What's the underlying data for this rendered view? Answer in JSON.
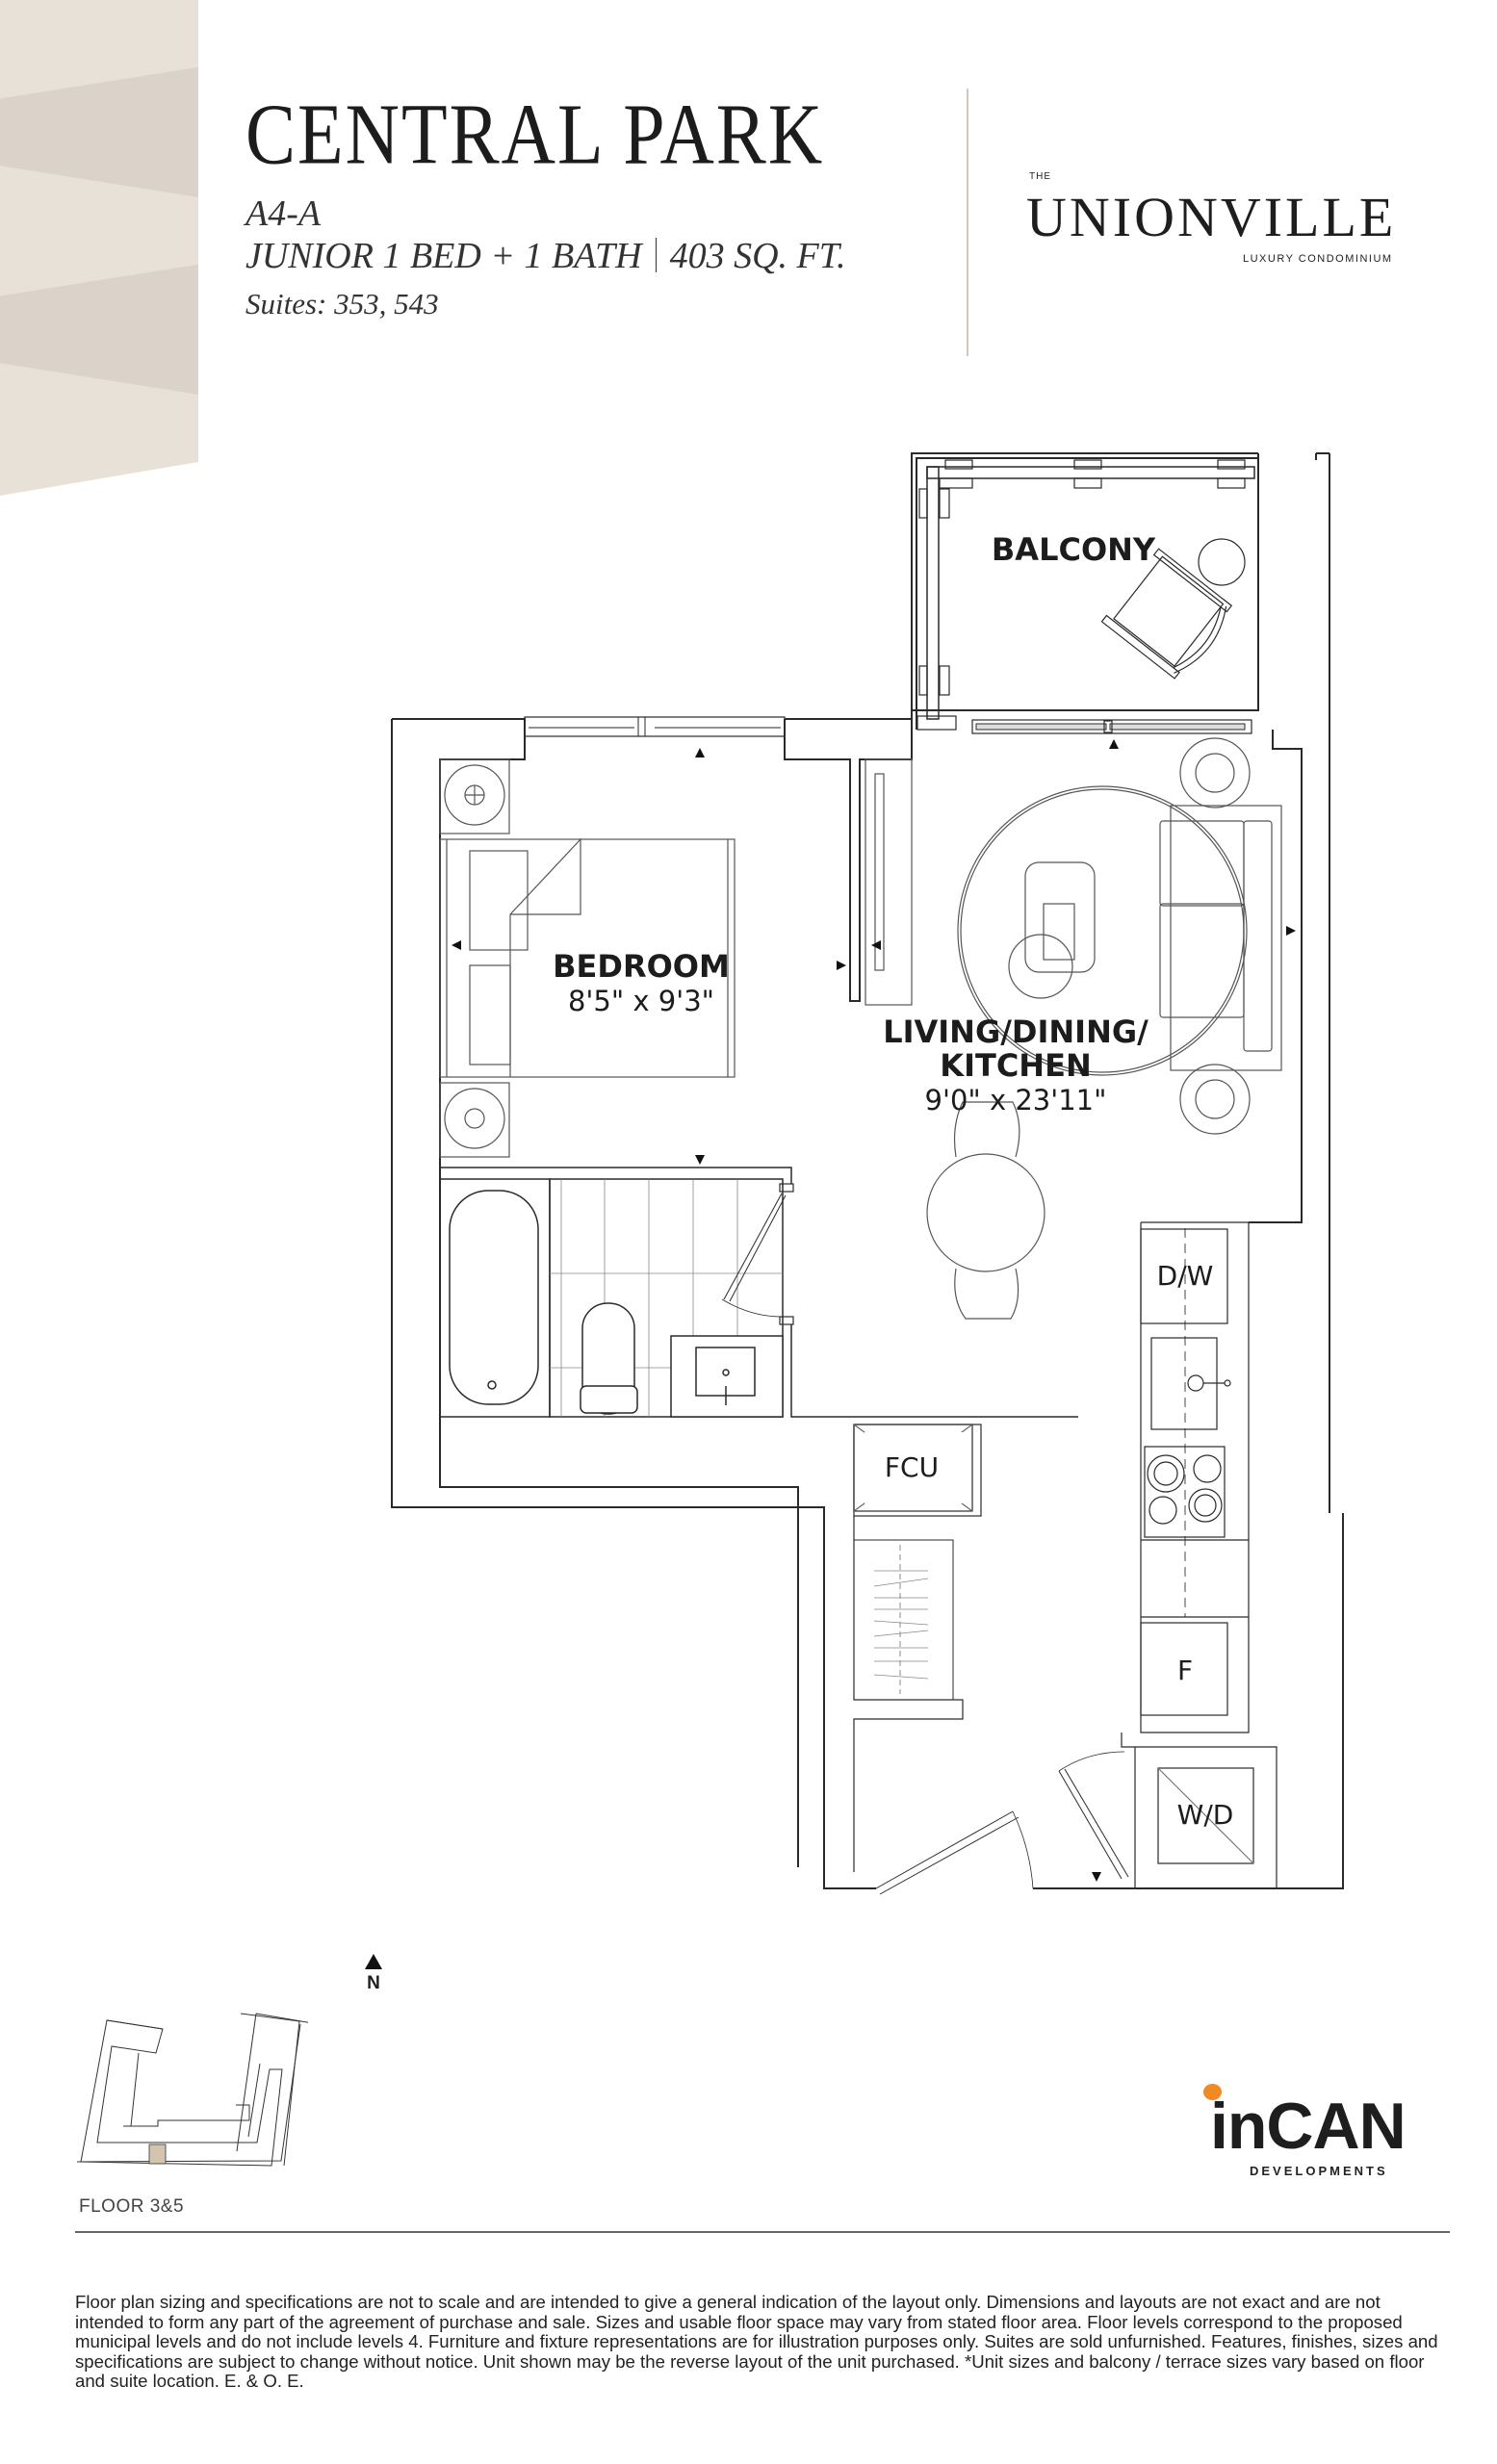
{
  "header": {
    "title": "CENTRAL PARK",
    "unit_code": "A4-A",
    "unit_type": "JUNIOR 1 BED + 1 BATH",
    "area": "403 SQ. FT.",
    "suites": "Suites: 353, 543"
  },
  "brand": {
    "the": "THE",
    "name": "UNIONVILLE",
    "tagline": "LUXURY CONDOMINIUM"
  },
  "floorplan": {
    "rooms": [
      {
        "name": "BALCONY",
        "dimensions": ""
      },
      {
        "name": "BEDROOM",
        "dimensions": "8'5\" x 9'3\""
      },
      {
        "name": "LIVING/DINING/",
        "name_line2": "KITCHEN",
        "dimensions": "9'0\" x 23'11\""
      }
    ],
    "appliances": [
      "D/W",
      "F",
      "W/D",
      "FCU"
    ]
  },
  "compass": {
    "label": "N"
  },
  "keyplan": {
    "label": "FLOOR 3&5",
    "highlight_color": "#d2c4ae"
  },
  "developer": {
    "name": "inCAN",
    "sub": "DEVELOPMENTS",
    "accent": "#f08a24"
  },
  "colors": {
    "side_light": "#e8e1d7",
    "side_dark": "#dbd3ca"
  },
  "disclaimer": "Floor plan sizing and specifications are not to scale and are intended to give a general indication of the layout only. Dimensions and layouts are not exact and are not intended to form any part of the agreement of purchase and sale. Sizes and usable floor space may vary from stated floor area. Floor levels correspond to the proposed municipal levels and do not include levels 4. Furniture and fixture representations are for illustration purposes only. Suites are sold unfurnished. Features, finishes, sizes and specifications are subject to change without notice. Unit shown may be the reverse layout of the unit purchased. *Unit sizes and balcony / terrace sizes vary based on floor and suite location. E. & O. E."
}
